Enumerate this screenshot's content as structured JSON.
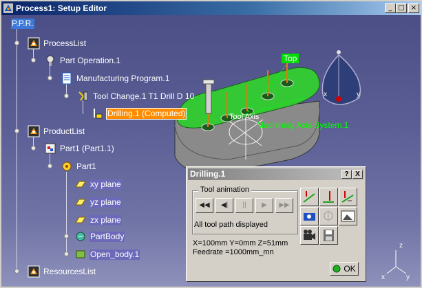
{
  "window": {
    "title": "Process1: Setup Editor",
    "btn_min": "_",
    "btn_max": "□",
    "btn_close": "×"
  },
  "tree": {
    "root": "P.P.R.",
    "process_list": "ProcessList",
    "part_operation": "Part Operation.1",
    "manufacturing_program": "Manufacturing Program.1",
    "tool_change": "Tool Change.1  T1 Drill D 10",
    "drilling": "Drilling.1 (Computed)",
    "product_list": "ProductList",
    "part_instance": "Part1 (Part1.1)",
    "part": "Part1",
    "xy_plane": "xy plane",
    "yz_plane": "yz plane",
    "zx_plane": "zx plane",
    "part_body": "PartBody",
    "open_body": "Open_body.1",
    "resources_list": "ResourcesList"
  },
  "scene": {
    "top_label": "Top",
    "tool_axis": "Tool Axis",
    "machining_axis": "Machining Axis System.1",
    "compass_x": "x",
    "compass_y": "y",
    "axis_x": "x",
    "axis_y": "y",
    "axis_z": "z",
    "accent_green": "#00ff00",
    "part_green": "#34c834",
    "hole_orange": "#ff6a00"
  },
  "dialog": {
    "title": "Drilling.1",
    "help": "?",
    "close": "X",
    "group_label": "Tool animation",
    "status": "All tool path displayed",
    "position": "X=100mm Y=0mm Z=51mm",
    "feedrate": "Feedrate =1000mm_mn",
    "ok_label": "OK",
    "buttons": [
      {
        "name": "rewind",
        "glyph": "◀◀"
      },
      {
        "name": "step-back",
        "glyph": "◀|"
      },
      {
        "name": "pause",
        "glyph": "||"
      },
      {
        "name": "play",
        "glyph": "▶"
      },
      {
        "name": "fast-forward",
        "glyph": "▶▶"
      }
    ]
  }
}
